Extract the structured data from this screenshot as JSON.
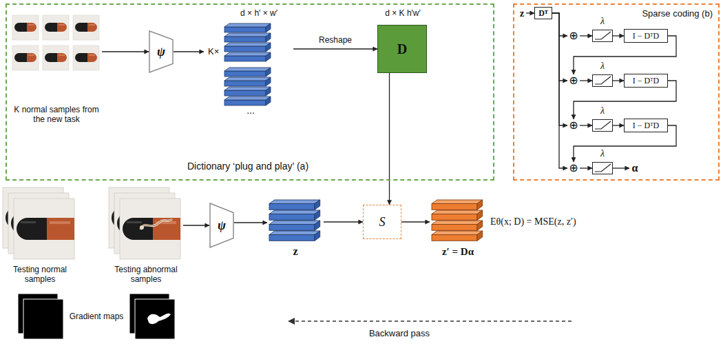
{
  "diagram": {
    "nodes": [
      {
        "text": [
          "Dictionary ‘plug and play’ (a)"
        ]
      },
      {
        "text": [
          "K normal samples from the new task"
        ],
        "in": 0
      },
      {
        "text": [
          "ψ"
        ],
        "in": 0
      },
      {
        "text": [
          "K×",
          "d × h′ × w′"
        ],
        "in": 0
      },
      {
        "text": [
          "d × K h′w′",
          "D"
        ],
        "in": 0
      },
      {
        "text": [
          "Sparse coding (b)"
        ]
      },
      {
        "text": [
          "z"
        ],
        "in": 5
      },
      {
        "text": [
          "Dᵀ"
        ],
        "in": 5
      },
      {
        "text": [
          "⊕"
        ],
        "in": 5
      },
      {
        "text": [
          "λ"
        ],
        "in": 5
      },
      {
        "text": [
          "I − DᵀD"
        ],
        "in": 5
      },
      {
        "text": [
          "⊕"
        ],
        "in": 5
      },
      {
        "text": [
          "λ"
        ],
        "in": 5
      },
      {
        "text": [
          "I − DᵀD"
        ],
        "in": 5
      },
      {
        "text": [
          "⊕"
        ],
        "in": 5
      },
      {
        "text": [
          "λ"
        ],
        "in": 5
      },
      {
        "text": [
          "I − DᵀD"
        ],
        "in": 5
      },
      {
        "text": [
          "⊕"
        ],
        "in": 5
      },
      {
        "text": [
          "λ"
        ],
        "in": 5
      },
      {
        "text": [
          "α"
        ],
        "in": 5
      },
      {
        "text": [
          "Testing normal samples"
        ]
      },
      {
        "text": [
          "Testing abnormal samples"
        ]
      },
      {
        "text": [
          "ψ"
        ]
      },
      {
        "text": [
          "z"
        ]
      },
      {
        "text": [
          "S"
        ]
      },
      {
        "text": [
          "z′ = Dα"
        ]
      }
    ],
    "edges": [
      {
        "from": 1,
        "to": 2,
        "arrow": "to"
      },
      {
        "from": 2,
        "to": 3,
        "arrow": "to"
      },
      {
        "from": 3,
        "to": 4,
        "label": "Reshape",
        "arrow": "to"
      },
      {
        "from": 4,
        "to": 24,
        "arrow": "to"
      },
      {
        "from": 6,
        "to": 7,
        "arrow": "to"
      },
      {
        "from": 7,
        "to": 8,
        "arrow": "to"
      },
      {
        "from": 7,
        "to": 11,
        "arrow": "to"
      },
      {
        "from": 7,
        "to": 14,
        "arrow": "to"
      },
      {
        "from": 7,
        "to": 17,
        "arrow": "to"
      },
      {
        "from": 8,
        "to": 9,
        "arrow": "to"
      },
      {
        "from": 9,
        "to": 10,
        "arrow": "to"
      },
      {
        "from": 10,
        "to": 11,
        "arrow": "to"
      },
      {
        "from": 11,
        "to": 12,
        "arrow": "to"
      },
      {
        "from": 12,
        "to": 13,
        "arrow": "to"
      },
      {
        "from": 13,
        "to": 14,
        "arrow": "to"
      },
      {
        "from": 14,
        "to": 15,
        "arrow": "to"
      },
      {
        "from": 15,
        "to": 16,
        "arrow": "to"
      },
      {
        "from": 16,
        "to": 17,
        "arrow": "to"
      },
      {
        "from": 17,
        "to": 18,
        "arrow": "to"
      },
      {
        "from": 18,
        "to": 19,
        "arrow": "to"
      },
      {
        "from": 21,
        "to": 22,
        "arrow": "to"
      },
      {
        "from": 22,
        "to": 23,
        "arrow": "to"
      },
      {
        "from": 23,
        "to": 24,
        "arrow": "to"
      },
      {
        "from": 24,
        "to": 25,
        "arrow": "to"
      }
    ],
    "labels": [
      "...",
      "Eθ(x; D) = MSE(z, z′)",
      "Gradient maps",
      "Backward pass"
    ]
  }
}
